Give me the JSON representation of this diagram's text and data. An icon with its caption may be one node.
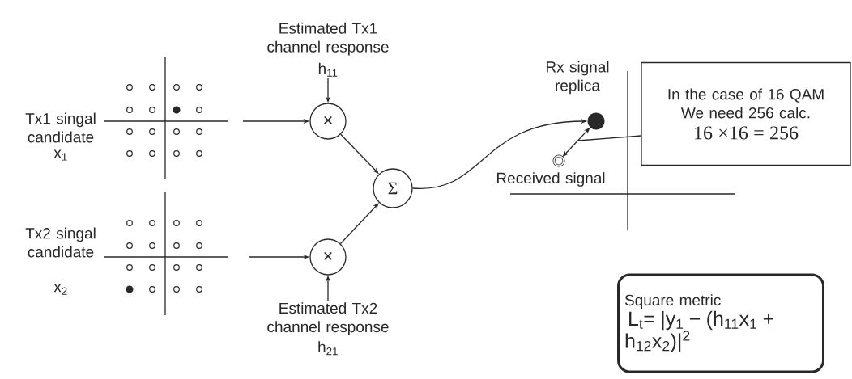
{
  "diagram": {
    "nodes": [
      {
        "text": [
          "×"
        ]
      },
      {
        "text": [
          "×"
        ]
      },
      {
        "text": [
          "Σ"
        ]
      },
      {
        "text": [],
        "shape": "circle",
        "beside": [
          "Rx signal replica"
        ]
      },
      {
        "text": [],
        "shape": "circle",
        "beside": [
          "Received signal"
        ]
      },
      {
        "text": [
          "In the case of 16 QAM We need 256 calc.",
          "16 ×16 = 256"
        ]
      },
      {
        "text": [
          "Square metric",
          "L$_{t}$= |y$_{1}$ − (h$_{11}$x$_{1}$ + h$_{12}$x$_{2}$)|$^{2}$"
        ]
      },
      {
        "text": [
          "Estimated Tx1 channel response",
          "h$_{11}$"
        ]
      },
      {
        "text": [
          "Estimated Tx2 channel response",
          "h$_{21}$"
        ]
      }
    ],
    "edges": [
      {
        "from": null,
        "to": 0,
        "arrow": "to"
      },
      {
        "from": null,
        "to": 1,
        "arrow": "to"
      },
      {
        "from": 7,
        "to": 0,
        "arrow": "to"
      },
      {
        "from": 8,
        "to": 1,
        "arrow": "to"
      },
      {
        "from": 0,
        "to": 2,
        "arrow": "to"
      },
      {
        "from": 1,
        "to": 2,
        "arrow": "to"
      },
      {
        "from": 2,
        "to": 3,
        "arrow": "to"
      },
      {
        "from": 3,
        "to": 4,
        "arrow": "both"
      },
      {
        "from": 5,
        "to": null,
        "arrow": "none"
      }
    ],
    "labels": [
      "Tx1 singal candidate",
      "x$_{1}$",
      "Tx2 singal candidate",
      "x$_{2}$"
    ]
  }
}
